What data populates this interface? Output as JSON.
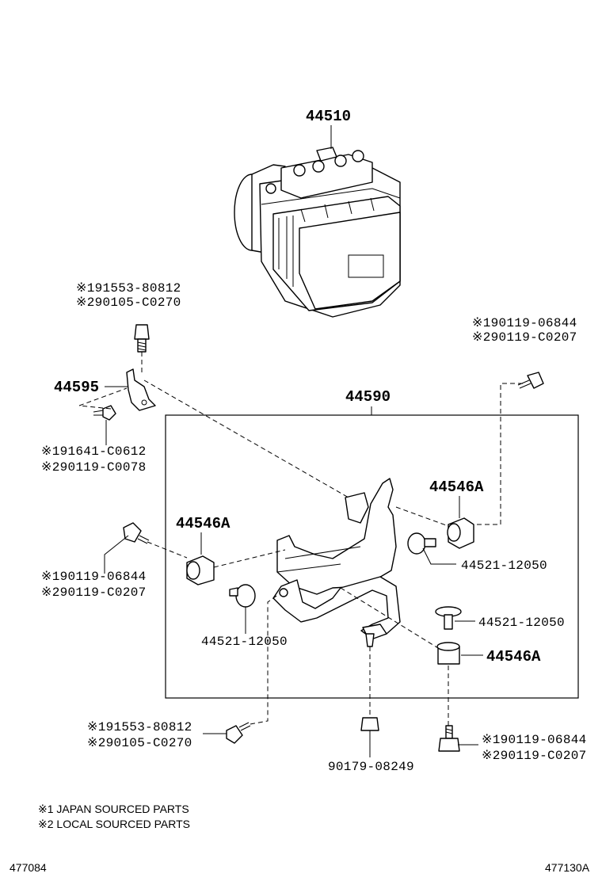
{
  "parts": {
    "actuator": "44510",
    "bracket_small": "44595",
    "bracket_assy": "44590",
    "cushion_left": "44546A",
    "cushion_right_upper": "44546A",
    "cushion_right_lower": "44546A",
    "collar_left": "44521-12050",
    "collar_right_upper": "44521-12050",
    "collar_right_lower": "44521-12050",
    "nut_bottom": "90179-08249"
  },
  "callouts": {
    "top_left_bolt": [
      "※191553-80812",
      "※290105-C0270"
    ],
    "right_top_bolt": [
      "※190119-06844",
      "※290119-C0207"
    ],
    "small_bracket_bolt": [
      "※191641-C0612",
      "※290119-C0078"
    ],
    "left_mid_bolt": [
      "※190119-06844",
      "※290119-C0207"
    ],
    "bottom_left_bolt": [
      "※191553-80812",
      "※290105-C0270"
    ],
    "bottom_right_bolt": [
      "※190119-06844",
      "※290119-C0207"
    ]
  },
  "notes": {
    "note1": "※1 JAPAN SOURCED PARTS",
    "note2": "※2 LOCAL SOURCED PARTS"
  },
  "footer": {
    "left_code": "477084",
    "right_code": "477130A"
  }
}
